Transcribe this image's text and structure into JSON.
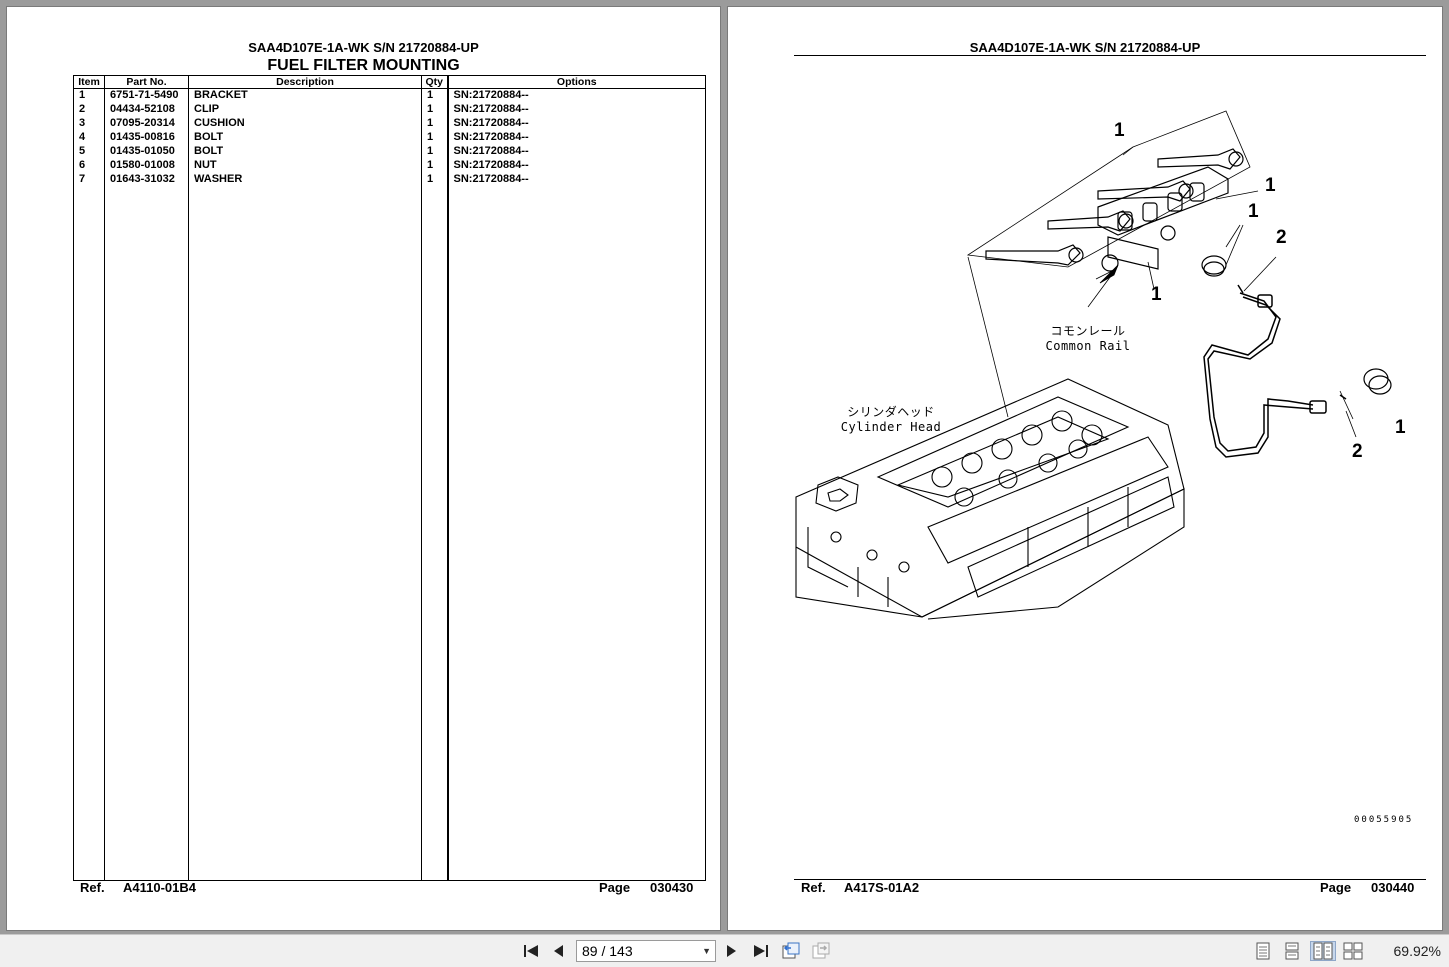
{
  "left_page": {
    "model_title": "SAA4D107E-1A-WK S/N 21720884-UP",
    "section_title": "FUEL FILTER MOUNTING",
    "table": {
      "headers": [
        "Item",
        "Part No.",
        "Description",
        "Qty",
        "Options"
      ],
      "rows": [
        [
          "1",
          "6751-71-5490",
          "BRACKET",
          "1",
          "SN:21720884--"
        ],
        [
          "2",
          "04434-52108",
          "CLIP",
          "1",
          "SN:21720884--"
        ],
        [
          "3",
          "07095-20314",
          "CUSHION",
          "1",
          "SN:21720884--"
        ],
        [
          "4",
          "01435-00816",
          "BOLT",
          "1",
          "SN:21720884--"
        ],
        [
          "5",
          "01435-01050",
          "BOLT",
          "1",
          "SN:21720884--"
        ],
        [
          "6",
          "01580-01008",
          "NUT",
          "1",
          "SN:21720884--"
        ],
        [
          "7",
          "01643-31032",
          "WASHER",
          "1",
          "SN:21720884--"
        ]
      ]
    },
    "footer": {
      "ref_label": "Ref.",
      "ref_value": "A4110-01B4",
      "page_label": "Page",
      "page_value": "030430"
    }
  },
  "right_page": {
    "model_title": "SAA4D107E-1A-WK S/N 21720884-UP",
    "callouts": [
      "1",
      "1",
      "1",
      "1",
      "2",
      "1",
      "2"
    ],
    "label_common_rail_jp": "コモンレール",
    "label_common_rail_en": "Common Rail",
    "label_cylinder_head_jp": "シリンダヘッド",
    "label_cylinder_head_en": "Cylinder Head",
    "drawing_number": "00055905",
    "footer": {
      "ref_label": "Ref.",
      "ref_value": "A417S-01A2",
      "page_label": "Page",
      "page_value": "030440"
    }
  },
  "toolbar": {
    "current_page": "89",
    "total_pages": "143",
    "page_display": "89 / 143",
    "zoom": "69.92%"
  }
}
